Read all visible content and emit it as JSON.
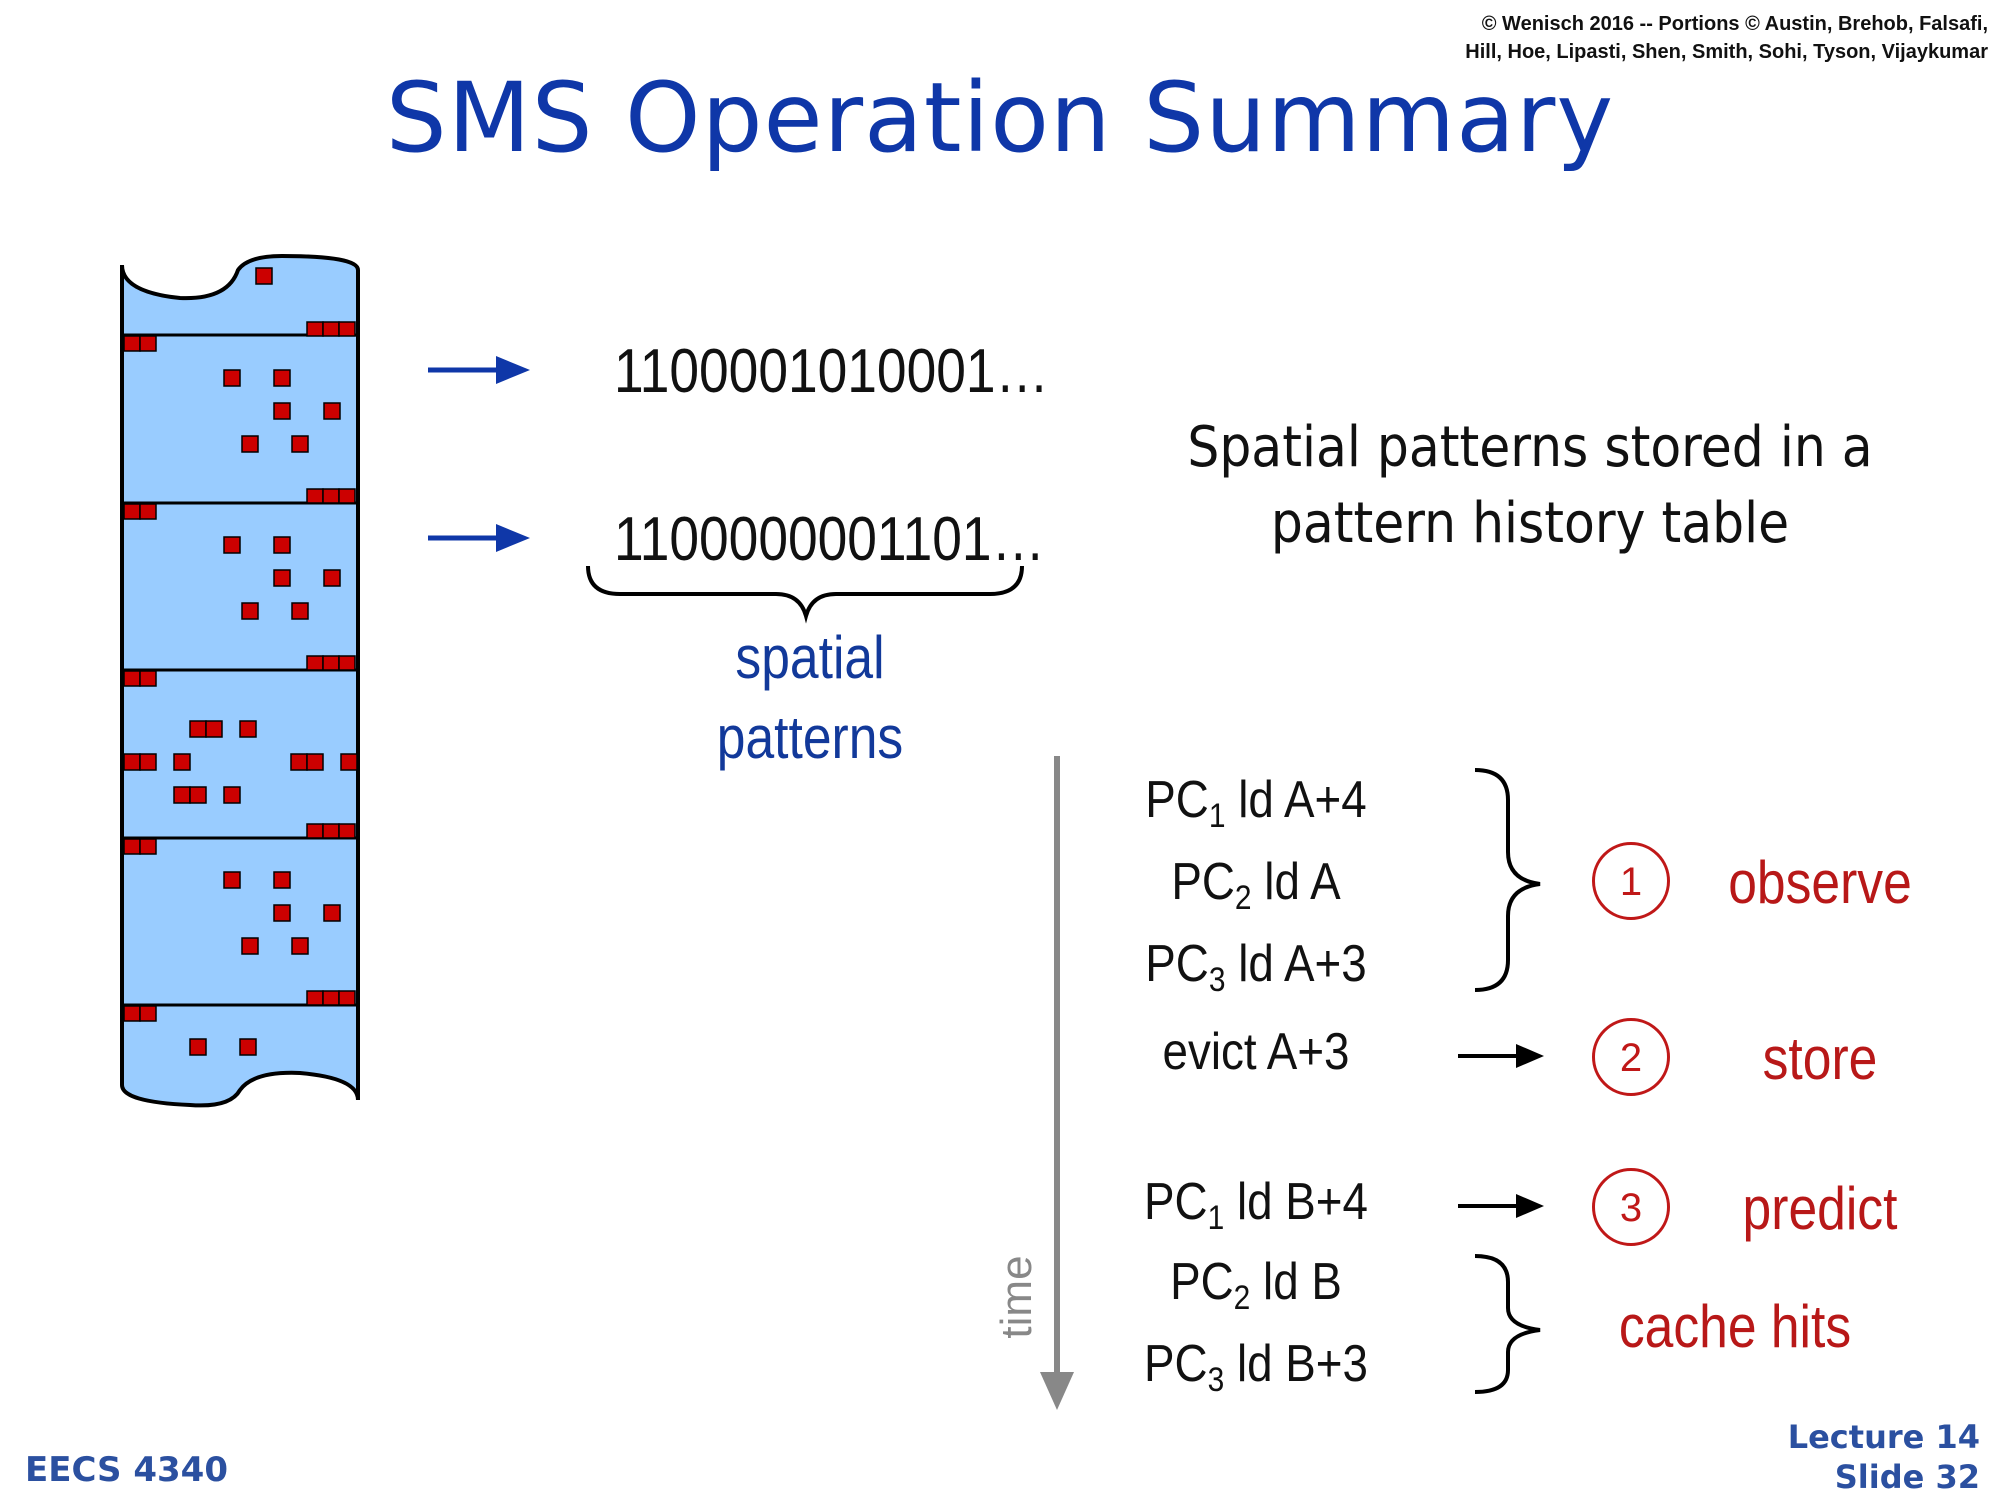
{
  "header": {
    "copyright_line1": "© Wenisch 2016 -- Portions © Austin, Brehob, Falsafi,",
    "copyright_line2": "Hill, Hoe, Lipasti, Shen, Smith, Sohi, Tyson, Vijaykumar",
    "title": "SMS Operation Summary"
  },
  "patterns": {
    "bits_1": "1100001010001…",
    "bits_2": "1100000001101…",
    "label_line1": "spatial",
    "label_line2": "patterns"
  },
  "description": {
    "line1": "Spatial patterns stored in a",
    "line2": "pattern history table"
  },
  "timeline": {
    "time_label": "time",
    "events": [
      {
        "pc": "PC",
        "sub": "1",
        "op": " ld A+4"
      },
      {
        "pc": "PC",
        "sub": "2",
        "op": " ld A"
      },
      {
        "pc": "PC",
        "sub": "3",
        "op": " ld A+3"
      },
      {
        "text": "evict A+3"
      },
      {
        "pc": "PC",
        "sub": "1",
        "op": " ld B+4"
      },
      {
        "pc": "PC",
        "sub": "2",
        "op": " ld B"
      },
      {
        "pc": "PC",
        "sub": "3",
        "op": " ld B+3"
      }
    ],
    "steps": [
      {
        "number": "1",
        "label": "observe"
      },
      {
        "number": "2",
        "label": "store"
      },
      {
        "number": "3",
        "label": "predict"
      }
    ],
    "cache_hits_label": "cache hits"
  },
  "footer": {
    "course": "EECS 4340",
    "lecture": "Lecture 14",
    "slide": "Slide 32"
  },
  "colors": {
    "title_blue": "#0f37a8",
    "memory_fill": "#99ccff",
    "block_red": "#cc0000",
    "step_red": "#c01818",
    "arrow_blue": "#0f37a8",
    "time_gray": "#888888"
  }
}
